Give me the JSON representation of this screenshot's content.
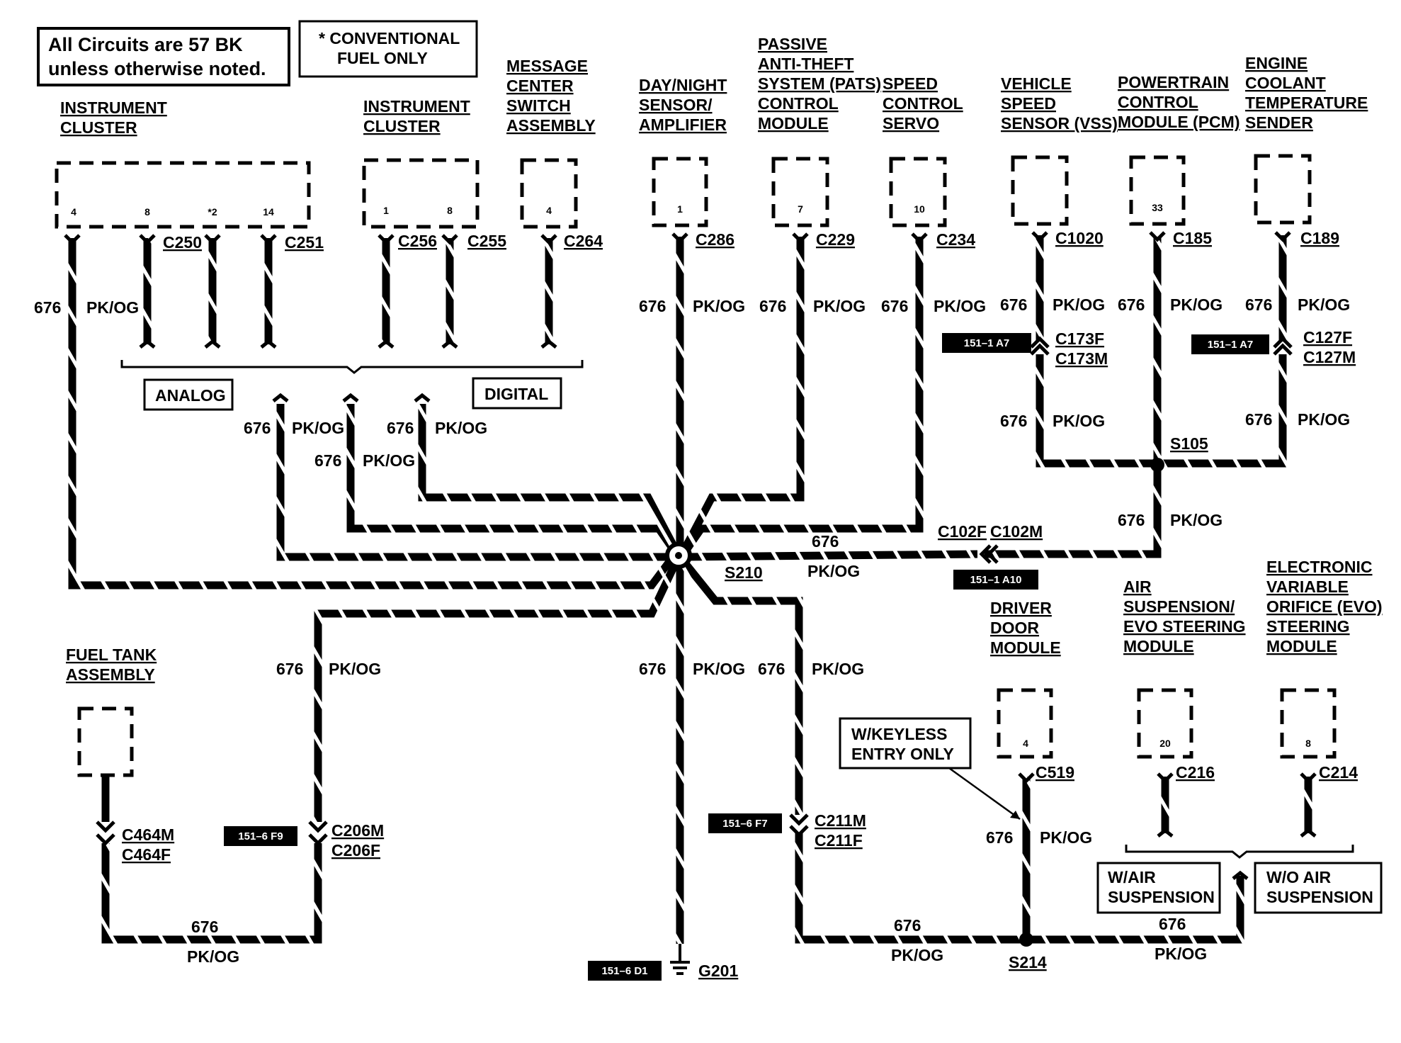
{
  "notes": {
    "circuits": [
      "All Circuits are 57 BK",
      "unless otherwise noted."
    ],
    "conventional": [
      "*  CONVENTIONAL",
      "FUEL ONLY"
    ]
  },
  "components": {
    "ic_analog": [
      "INSTRUMENT",
      "CLUSTER"
    ],
    "ic_digital": [
      "INSTRUMENT",
      "CLUSTER"
    ],
    "msg_center": [
      "MESSAGE",
      "CENTER",
      "SWITCH",
      "ASSEMBLY"
    ],
    "day_night": [
      "DAY/NIGHT",
      "SENSOR/",
      "AMPLIFIER"
    ],
    "pats": [
      "PASSIVE",
      "ANTI-THEFT",
      "SYSTEM (PATS)",
      "CONTROL",
      "MODULE"
    ],
    "speed_ctrl": [
      "SPEED",
      "CONTROL",
      "SERVO"
    ],
    "vss": [
      "VEHICLE",
      "SPEED",
      "SENSOR (VSS)"
    ],
    "pcm": [
      "POWERTRAIN",
      "CONTROL",
      "MODULE (PCM)"
    ],
    "ect": [
      "ENGINE",
      "COOLANT",
      "TEMPERATURE",
      "SENDER"
    ],
    "fuel_tank": [
      "FUEL TANK",
      "ASSEMBLY"
    ],
    "driver_door": [
      "DRIVER",
      "DOOR",
      "MODULE"
    ],
    "air_susp": [
      "AIR",
      "SUSPENSION/",
      "EVO STEERING",
      "MODULE"
    ],
    "evo": [
      "ELECTRONIC",
      "VARIABLE",
      "ORIFICE (EVO)",
      "STEERING",
      "MODULE"
    ]
  },
  "pins": {
    "ic_analog": [
      "4",
      "8",
      "*2",
      "14"
    ],
    "ic_digital": [
      "1",
      "8"
    ],
    "msg_center": "4",
    "day_night": "1",
    "pats": "7",
    "speed_ctrl": "10",
    "pcm": "33",
    "driver_door": "4",
    "air_susp": "20",
    "evo": "8"
  },
  "connectors": {
    "c250": "C250",
    "c251": "C251",
    "c256": "C256",
    "c255": "C255",
    "c264": "C264",
    "c286": "C286",
    "c229": "C229",
    "c234": "C234",
    "c1020": "C1020",
    "c185": "C185",
    "c189": "C189",
    "c173f": "C173F",
    "c173m": "C173M",
    "c127f": "C127F",
    "c127m": "C127M",
    "c102f": "C102F",
    "c102m": "C102M",
    "c464m": "C464M",
    "c464f": "C464F",
    "c206m": "C206M",
    "c206f": "C206F",
    "c211m": "C211M",
    "c211f": "C211F",
    "c519": "C519",
    "c216": "C216",
    "c214": "C214"
  },
  "splices": {
    "s210": "S210",
    "s105": "S105",
    "s214": "S214"
  },
  "ground": "G201",
  "ref_tags": {
    "t173": "151–1 A7",
    "t127": "151–1 A7",
    "t102": "151–1 A10",
    "t206": "151–6 F9",
    "t211": "151–6 F7",
    "tg201": "151–6 D1"
  },
  "groups": {
    "analog": "ANALOG",
    "digital": "DIGITAL",
    "keyless": [
      "W/KEYLESS",
      "ENTRY ONLY"
    ],
    "w_air": [
      "W/AIR",
      "SUSPENSION"
    ],
    "wo_air": [
      "W/O AIR",
      "SUSPENSION"
    ]
  },
  "wire": {
    "circuit": "676",
    "color": "PK/OG"
  }
}
